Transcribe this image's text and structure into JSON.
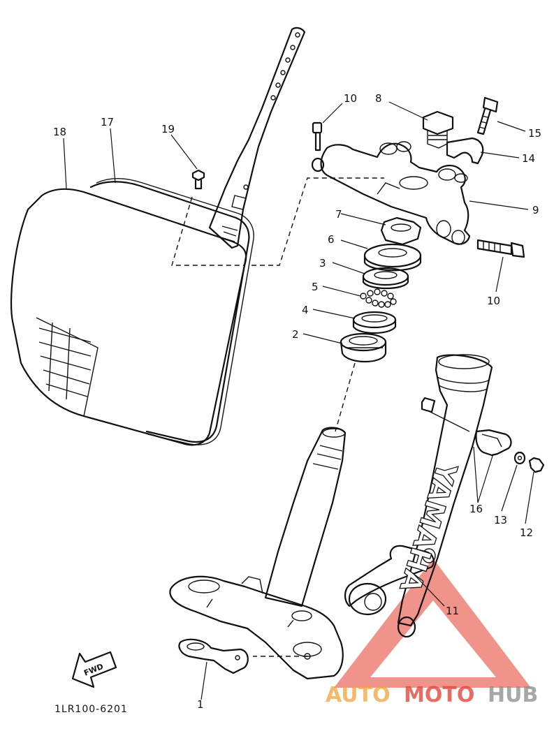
{
  "parts": [
    {
      "id": "part-1",
      "label": "1"
    },
    {
      "id": "part-2",
      "label": "2"
    },
    {
      "id": "part-3",
      "label": "3"
    },
    {
      "id": "part-4",
      "label": "4"
    },
    {
      "id": "part-5",
      "label": "5"
    },
    {
      "id": "part-6",
      "label": "6"
    },
    {
      "id": "part-7",
      "label": "7"
    },
    {
      "id": "part-8",
      "label": "8"
    },
    {
      "id": "part-9",
      "label": "9"
    },
    {
      "id": "part-10a",
      "label": "10"
    },
    {
      "id": "part-10b",
      "label": "10"
    },
    {
      "id": "part-11",
      "label": "11"
    },
    {
      "id": "part-12",
      "label": "12"
    },
    {
      "id": "part-13",
      "label": "13"
    },
    {
      "id": "part-14",
      "label": "14"
    },
    {
      "id": "part-15",
      "label": "15"
    },
    {
      "id": "part-16",
      "label": "16"
    },
    {
      "id": "part-17",
      "label": "17"
    },
    {
      "id": "part-18",
      "label": "18"
    },
    {
      "id": "part-19",
      "label": "19"
    }
  ],
  "fwd_arrow": "FWD",
  "fork_brand": "YAMAHA",
  "diagram_code": "1LR100-6201",
  "watermark": {
    "part1": "AUTO",
    "part2": "MOTO",
    "part3": "HUB"
  },
  "colors": {
    "watermark_red": "#e23b2e",
    "watermark_orange": "#f2a23a",
    "watermark_grey": "#8a8a8a"
  }
}
